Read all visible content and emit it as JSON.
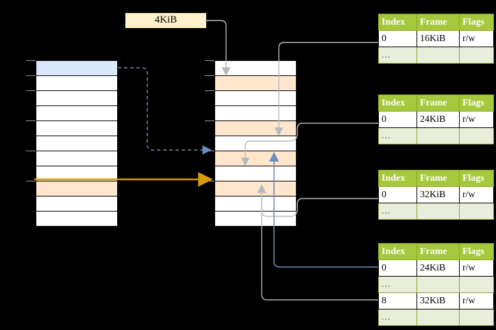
{
  "diagram": {
    "title": "page-table-walk",
    "page_size_label": {
      "text": "4KiB"
    },
    "colors": {
      "header_green": "#a5c83c",
      "dots_green": "#e9eeda",
      "blue_fill": "#dae8fc",
      "peach_fill": "#ffe6cc",
      "label_fill": "#fff2cc",
      "highlight_yellow": "#ffffbb",
      "blue_arrow": "#6c8ebf",
      "orange_arrow": "#d79b00",
      "grey_wire": "#9a9a9a"
    },
    "left_column": {
      "name": "virtual-address-space",
      "rows": [
        {
          "fill": "blue",
          "tick": true
        },
        {
          "fill": "white",
          "tick": true
        },
        {
          "fill": "white",
          "tick": true
        },
        {
          "fill": "white",
          "tick": false
        },
        {
          "fill": "white",
          "tick": true
        },
        {
          "fill": "white",
          "tick": false
        },
        {
          "fill": "white",
          "tick": true
        },
        {
          "fill": "white",
          "tick": false
        },
        {
          "fill": "peach",
          "tick": true
        },
        {
          "fill": "white",
          "tick": false
        },
        {
          "fill": "white",
          "tick": false
        }
      ]
    },
    "middle_column": {
      "name": "physical-memory",
      "rows": [
        {
          "fill": "white",
          "tick": true
        },
        {
          "fill": "peach",
          "tick": true
        },
        {
          "fill": "white",
          "tick": true
        },
        {
          "fill": "white",
          "tick": false
        },
        {
          "fill": "peach",
          "tick": true
        },
        {
          "fill": "white",
          "tick": false
        },
        {
          "fill": "peach",
          "tick": true
        },
        {
          "fill": "white",
          "tick": false
        },
        {
          "fill": "peach",
          "tick": true
        },
        {
          "fill": "white",
          "tick": false
        },
        {
          "fill": "white",
          "tick": false
        }
      ]
    },
    "tables": [
      {
        "name": "page-table-level-1",
        "headers": [
          "Index",
          "Frame",
          "Flags"
        ],
        "rows": [
          {
            "type": "data",
            "cells": [
              "0",
              "16KiB",
              "r/w"
            ],
            "highlight": [
              false,
              false,
              false
            ]
          },
          {
            "type": "dots",
            "cells": [
              "...",
              "",
              ""
            ],
            "highlight": [
              false,
              false,
              false
            ]
          }
        ]
      },
      {
        "name": "page-table-level-2",
        "headers": [
          "Index",
          "Frame",
          "Flags"
        ],
        "rows": [
          {
            "type": "data",
            "cells": [
              "0",
              "24KiB",
              "r/w"
            ],
            "highlight": [
              false,
              false,
              false
            ]
          },
          {
            "type": "dots",
            "cells": [
              "...",
              "",
              ""
            ],
            "highlight": [
              false,
              false,
              false
            ]
          }
        ]
      },
      {
        "name": "page-table-level-3",
        "headers": [
          "Index",
          "Frame",
          "Flags"
        ],
        "rows": [
          {
            "type": "data",
            "cells": [
              "0",
              "32KiB",
              "r/w"
            ],
            "highlight": [
              false,
              false,
              false
            ]
          },
          {
            "type": "dots",
            "cells": [
              "...",
              "",
              ""
            ],
            "highlight": [
              false,
              false,
              false
            ]
          }
        ]
      },
      {
        "name": "page-table-level-4",
        "headers": [
          "Index",
          "Frame",
          "Flags"
        ],
        "rows": [
          {
            "type": "data",
            "cells": [
              "0",
              "24KiB",
              "r/w"
            ],
            "highlight": [
              true,
              true,
              true
            ]
          },
          {
            "type": "dots",
            "cells": [
              "...",
              "",
              ""
            ],
            "highlight": [
              false,
              false,
              false
            ]
          },
          {
            "type": "data",
            "cells": [
              "8",
              "32KiB",
              "r/w"
            ],
            "highlight": [
              false,
              false,
              false
            ]
          },
          {
            "type": "dots",
            "cells": [
              "...",
              "",
              ""
            ],
            "highlight": [
              false,
              false,
              false
            ]
          }
        ]
      }
    ]
  }
}
